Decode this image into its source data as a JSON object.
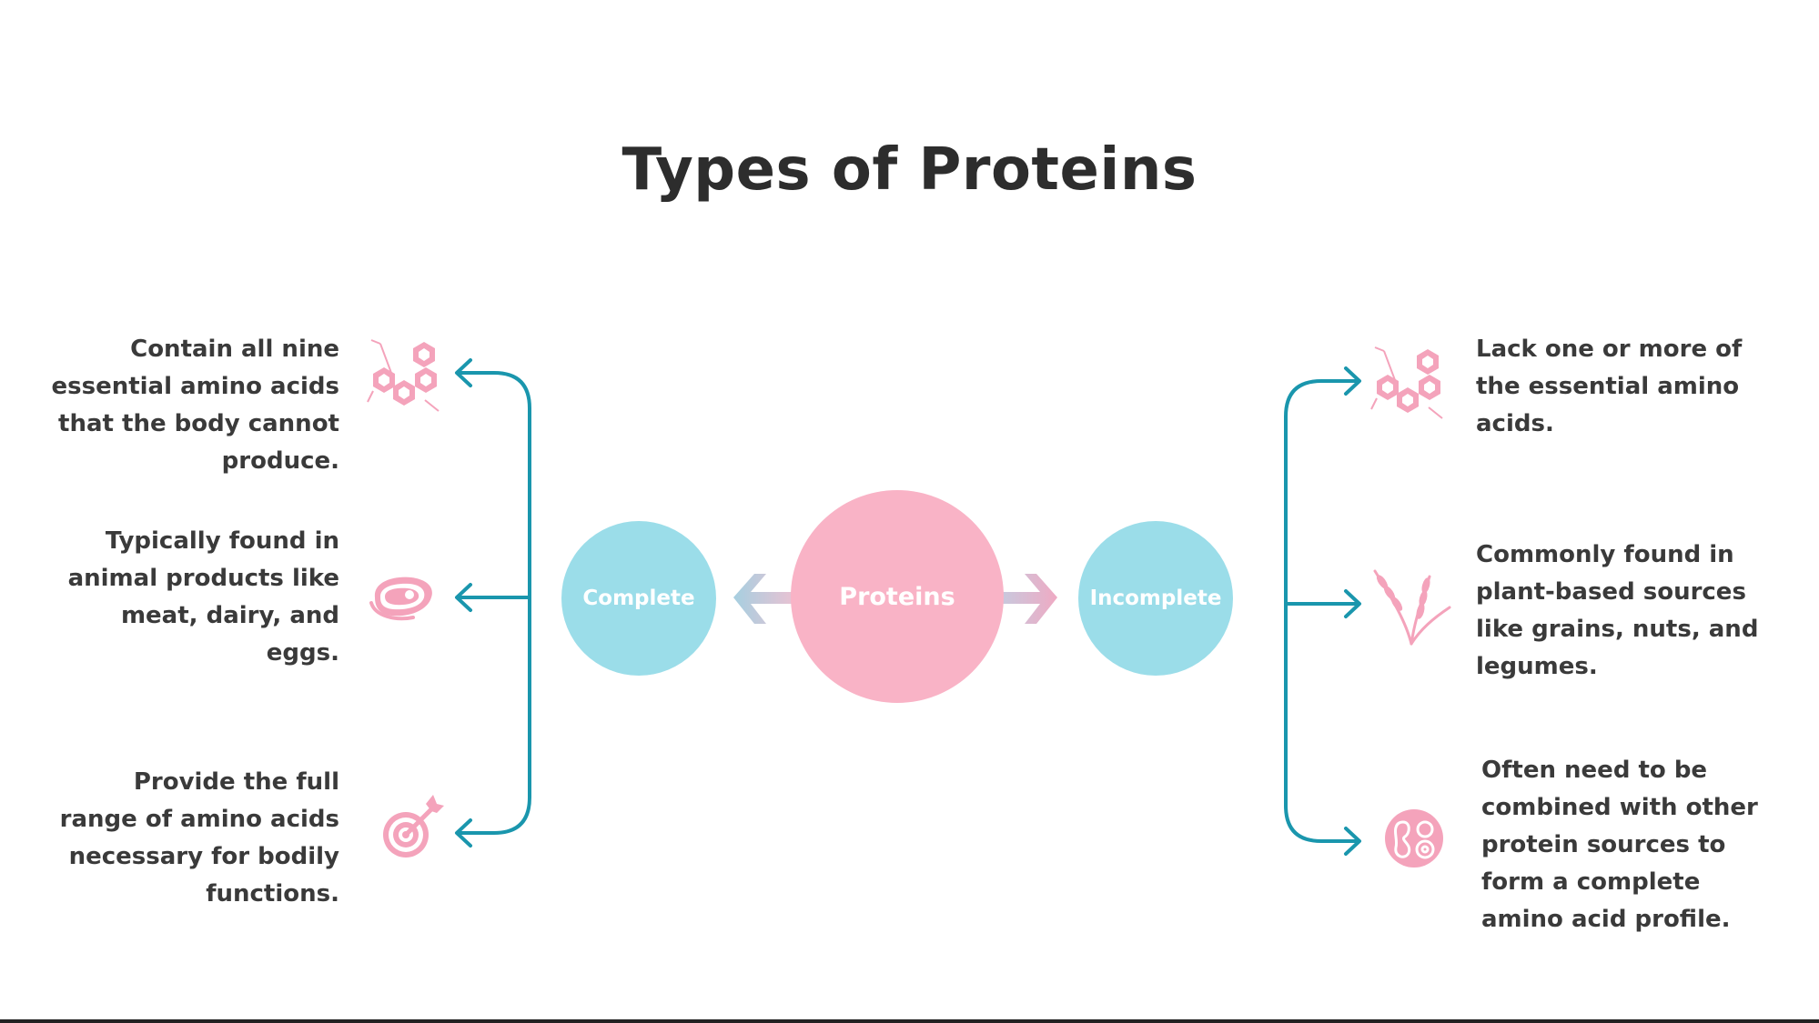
{
  "title": "Types of Proteins",
  "colors": {
    "connector": "#1a96ad",
    "pink": "#f9b3c6",
    "pinkIcon": "#f4a3bb",
    "blue": "#9bdde9"
  },
  "center": {
    "label": "Proteins"
  },
  "complete": {
    "label": "Complete",
    "items": [
      {
        "icon": "molecule-icon",
        "text": [
          "Contain all nine",
          "essential amino acids",
          "that the body cannot",
          "produce."
        ]
      },
      {
        "icon": "meat-icon",
        "text": [
          "Typically found in",
          "animal products like",
          "meat, dairy, and",
          "eggs."
        ]
      },
      {
        "icon": "target-icon",
        "text": [
          "Provide the full",
          "range of amino acids",
          "necessary for bodily",
          "functions."
        ]
      }
    ]
  },
  "incomplete": {
    "label": "Incomplete",
    "items": [
      {
        "icon": "molecule-icon",
        "text": [
          "Lack one or more of",
          "the essential amino",
          "acids."
        ]
      },
      {
        "icon": "wheat-icon",
        "text": [
          "Commonly found in",
          "plant-based sources",
          "like grains, nuts, and",
          "legumes."
        ]
      },
      {
        "icon": "cells-icon",
        "text": [
          "Often need to be",
          "combined with other",
          "protein sources to",
          "form a complete",
          "amino acid profile."
        ]
      }
    ]
  }
}
